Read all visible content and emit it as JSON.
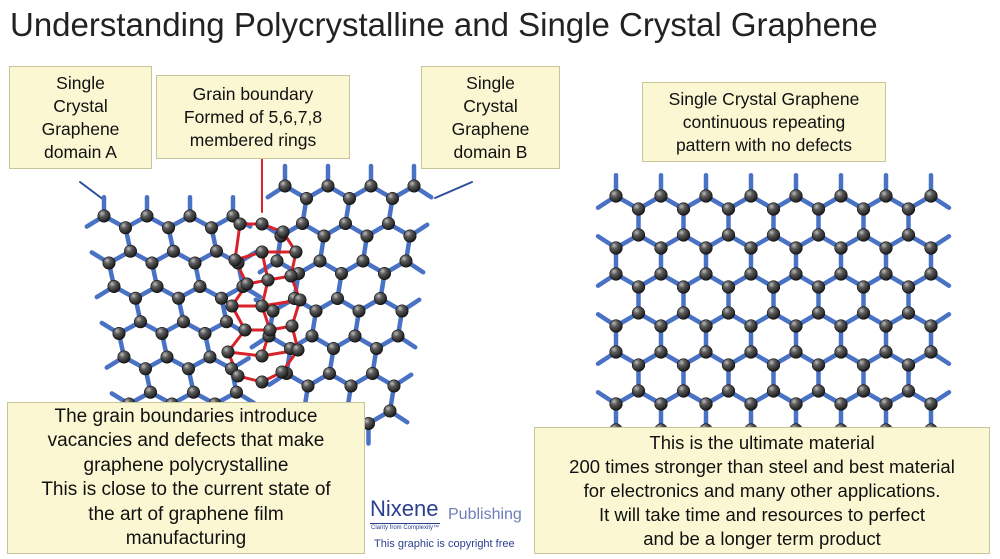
{
  "title": "Understanding Polycrystalline and Single Crystal Graphene",
  "labels": {
    "domain_a": [
      "Single",
      "Crystal",
      "Graphene",
      "domain A"
    ],
    "grain_boundary": [
      "Grain boundary",
      "Formed of 5,6,7,8",
      "membered rings"
    ],
    "domain_b": [
      "Single",
      "Crystal",
      "Graphene",
      "domain B"
    ],
    "single_crystal": [
      "Single Crystal Graphene",
      "continuous repeating",
      "pattern with no defects"
    ]
  },
  "captions": {
    "poly": [
      "The grain boundaries introduce",
      "vacancies and defects that make",
      "graphene polycrystalline",
      "This is close to the current state of",
      "the art of graphene film",
      "manufacturing"
    ],
    "single": [
      "This is the ultimate material",
      "200 times stronger than steel and best material",
      "for electronics and many other applications.",
      "It will take time and resources to perfect",
      "and be a longer term product"
    ]
  },
  "logo": {
    "name": "Nixene",
    "suffix": "Publishing",
    "tagline": "Clarity from Complexity™",
    "copyright": "This graphic is copyright free"
  },
  "colors": {
    "bond": "#4a72c4",
    "boundary_bond": "#d8232a",
    "atom": "#3a3a3a",
    "note_bg": "#fbf7d2",
    "leader_blue": "#2d4c9a"
  }
}
